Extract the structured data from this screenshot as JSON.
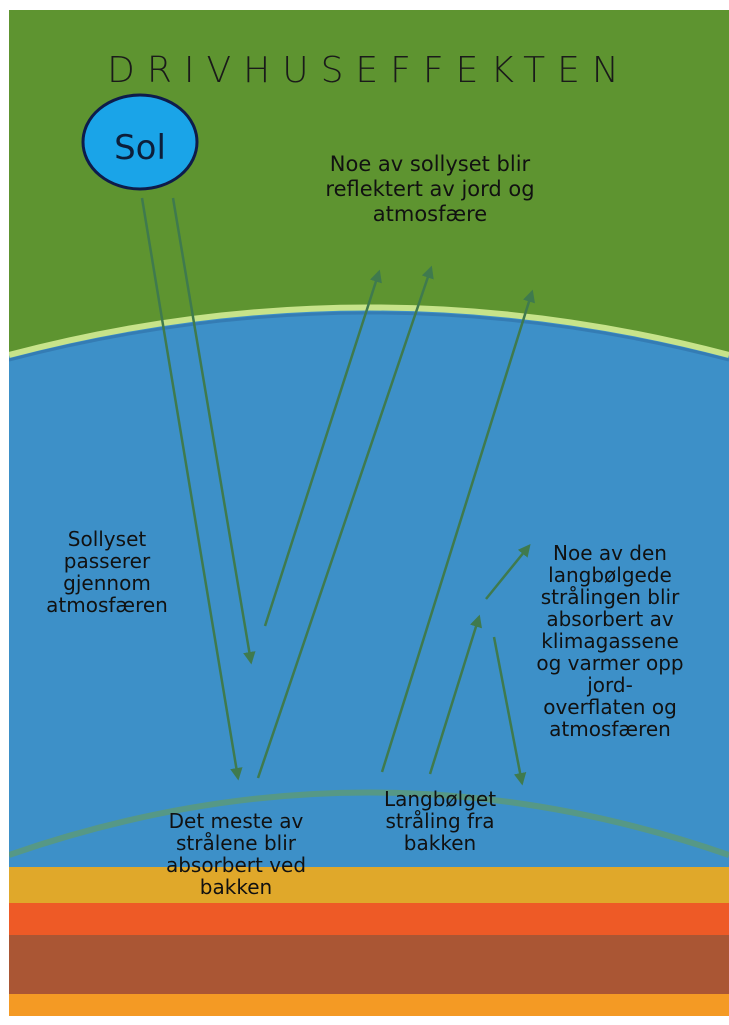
{
  "title": "DRIVHUSEFFEKTEN",
  "sun_label": "Sol",
  "labels": {
    "reflected": "Noe av sollyset blir reflektert av jord og atmosfære",
    "passes": "Sollyset passerer gjennom atmosfæren",
    "absorbed_by_gases": "Noe av den langbølgede strålingen blir absorbert av klimagassene og varmer opp jord-overflaten og atmosfæren",
    "absorbed_ground": "Det meste av strålene blir absorbert ved bakken",
    "longwave": "Langbølget stråling fra bakken"
  },
  "colors": {
    "space": "#5e9430",
    "atmosphere": "#3d90c8",
    "atmosphere_edge": "#c7e38a",
    "arrow": "#3f7a4e",
    "sun_fill": "#1aa4e8",
    "sun_stroke": "#0e1b4a",
    "ground_layers": [
      "#e0a82a",
      "#ee5a26",
      "#aa5634",
      "#f49a24"
    ]
  }
}
